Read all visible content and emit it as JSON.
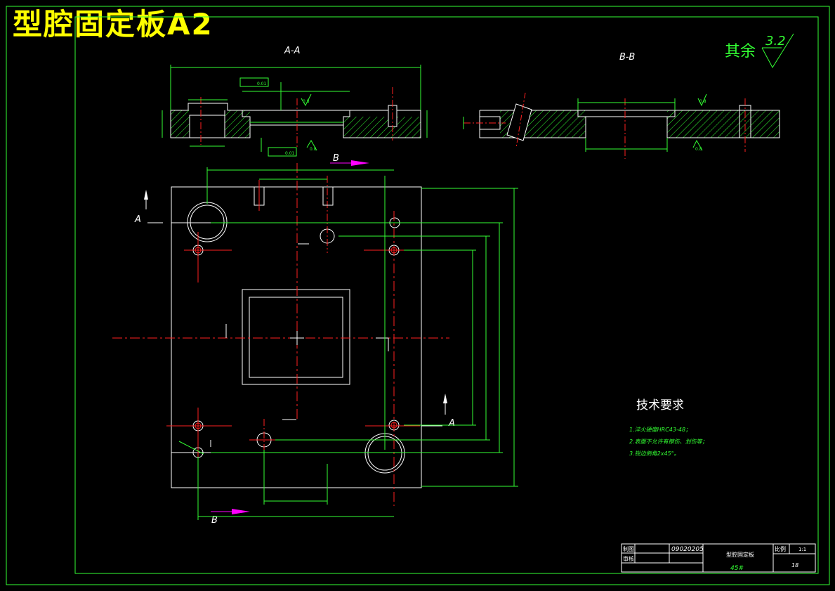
{
  "drawing": {
    "title": "型腔固定板A2",
    "section_aa_label": "A-A",
    "section_bb_label": "B-B",
    "surface_finish": {
      "label": "其余",
      "value": "3.2"
    },
    "section_markers": {
      "a": "A",
      "b": "B"
    },
    "tolerance_value": "0.01",
    "datum_value": "0.8"
  },
  "technical_requirements": {
    "title": "技术要求",
    "items": [
      "1.淬火硬度HRC43-48；",
      "2.表面不允许有擦伤、划伤等；",
      "3.锐边倒角2x45°。"
    ]
  },
  "title_block": {
    "drawn_label": "制图",
    "review_label": "审核",
    "drawing_number": "09020205",
    "part_name": "型腔固定板",
    "scale_label": "比例",
    "scale_value": "1:1",
    "material": "45#",
    "sheet": "18"
  },
  "colors": {
    "background": "#000000",
    "border": "#33ff33",
    "outline": "#ffffff",
    "dimension": "#33ff33",
    "centerline": "#ff2020",
    "arrow": "#ff00ff",
    "title": "#ffff00"
  }
}
